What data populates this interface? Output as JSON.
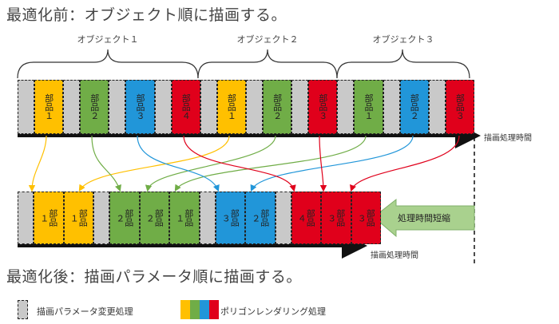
{
  "title_before": "最適化前：オブジェクト順に描画する。",
  "title_after": "最適化後：描画パラメータ順に描画する。",
  "objects": [
    "オブジェクト１",
    "オブジェクト２",
    "オブジェクト３"
  ],
  "axis_label_top": "描画処理時間",
  "axis_label_bottom": "描画処理時間",
  "reduction_label": "処理時間短縮",
  "parts_top": [
    {
      "type": "param"
    },
    {
      "type": "render",
      "label": "部品１",
      "color": "#FFC000"
    },
    {
      "type": "param"
    },
    {
      "type": "render",
      "label": "部品２",
      "color": "#70AD47"
    },
    {
      "type": "param"
    },
    {
      "type": "render",
      "label": "部品３",
      "color": "#2196D9"
    },
    {
      "type": "param"
    },
    {
      "type": "render",
      "label": "部品４",
      "color": "#E0001B"
    },
    {
      "type": "param"
    },
    {
      "type": "render",
      "label": "部品１",
      "color": "#FFC000"
    },
    {
      "type": "param"
    },
    {
      "type": "render",
      "label": "部品２",
      "color": "#70AD47"
    },
    {
      "type": "param"
    },
    {
      "type": "render",
      "label": "部品３",
      "color": "#E0001B"
    },
    {
      "type": "param"
    },
    {
      "type": "render",
      "label": "部品１",
      "color": "#70AD47"
    },
    {
      "type": "param"
    },
    {
      "type": "render",
      "label": "部品２",
      "color": "#2196D9"
    },
    {
      "type": "param"
    },
    {
      "type": "render",
      "label": "部品３",
      "color": "#E0001B"
    }
  ],
  "parts_bottom": [
    {
      "type": "param"
    },
    {
      "type": "render",
      "label": "部品１",
      "color": "#FFC000"
    },
    {
      "type": "render",
      "label": "部品１",
      "color": "#FFC000"
    },
    {
      "type": "param"
    },
    {
      "type": "render",
      "label": "部品２",
      "color": "#70AD47"
    },
    {
      "type": "render",
      "label": "部品２",
      "color": "#70AD47"
    },
    {
      "type": "render",
      "label": "部品１",
      "color": "#70AD47"
    },
    {
      "type": "param"
    },
    {
      "type": "render",
      "label": "部品３",
      "color": "#2196D9"
    },
    {
      "type": "render",
      "label": "部品２",
      "color": "#2196D9"
    },
    {
      "type": "param"
    },
    {
      "type": "render",
      "label": "部品４",
      "color": "#E0001B"
    },
    {
      "type": "render",
      "label": "部品３",
      "color": "#E0001B"
    },
    {
      "type": "render",
      "label": "部品３",
      "color": "#E0001B"
    }
  ],
  "legend": {
    "param_label": "描画パラメータ変更処理",
    "render_label": "ポリゴンレンダリング処理",
    "render_colors": [
      "#FFC000",
      "#70AD47",
      "#2196D9",
      "#E0001B"
    ],
    "param_color": "#C9C9C9"
  }
}
